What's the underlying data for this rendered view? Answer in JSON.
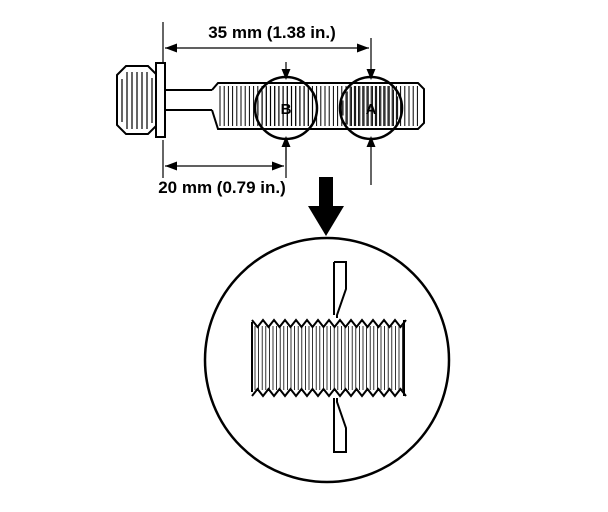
{
  "dimensions": {
    "upper": {
      "label": "35 mm (1.38 in.)",
      "from": "head-face",
      "to": "A"
    },
    "lower": {
      "label": "20 mm (0.79 in.)",
      "from": "head-face",
      "to": "B"
    }
  },
  "points": [
    {
      "id": "A",
      "label": "A"
    },
    {
      "id": "B",
      "label": "B"
    }
  ],
  "icons": {
    "direction_arrow": "down-arrow-icon",
    "bolt": "flange-bolt-icon",
    "detail": "magnified-thread-detail"
  },
  "colors": {
    "ink": "#000000",
    "paper": "#ffffff"
  }
}
